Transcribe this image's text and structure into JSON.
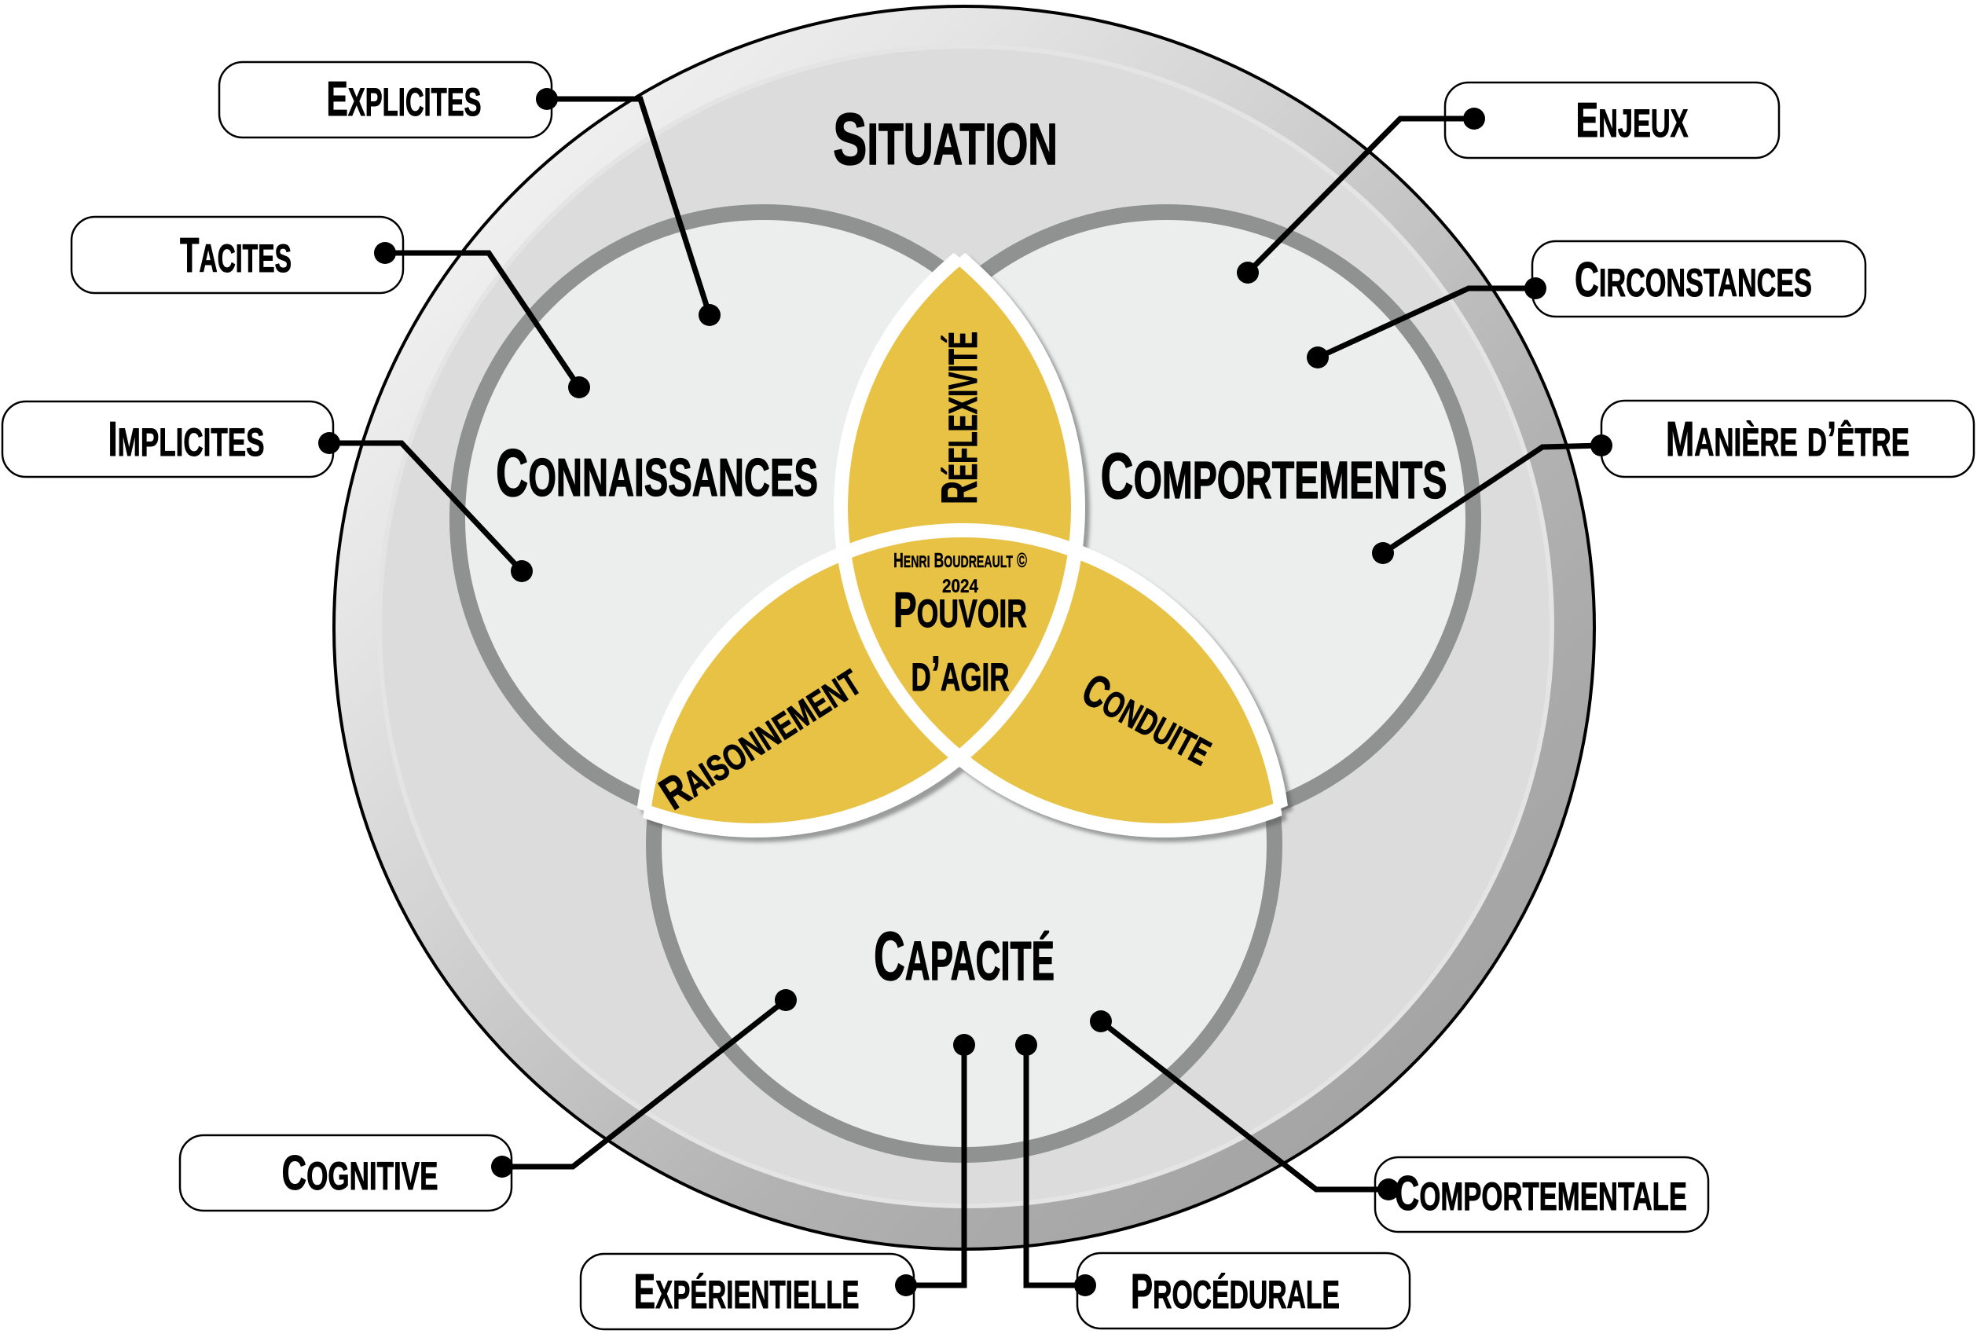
{
  "diagram": {
    "context": {
      "label": "Situation"
    },
    "sets": [
      {
        "label": "Connaissances",
        "attributes": [
          "Explicites",
          "Tacites",
          "Implicites"
        ]
      },
      {
        "label": "Comportements",
        "attributes": [
          "Enjeux",
          "Circonstances",
          "Manière d’être"
        ]
      },
      {
        "label": "Capacité",
        "attributes": [
          "Cognitive",
          "Expérientielle",
          "Procédurale",
          "Comportementale"
        ]
      }
    ],
    "intersections": {
      "connaissances_comportements": "Réflexivité",
      "connaissances_capacite": "Raisonnement",
      "comportements_capacite": "Conduite",
      "all_three": {
        "lines": [
          "Pouvoir",
          "d’agir"
        ]
      }
    },
    "credit": {
      "author": "Henri Boudreault ©",
      "year": "2024"
    }
  },
  "colors": {
    "context_fill": "#DCDCDC",
    "set_fill": "#ECEEED",
    "set_stroke": "#909191",
    "intersection_fill": "#E8C244",
    "intersection_border": "#FFFFFF"
  }
}
